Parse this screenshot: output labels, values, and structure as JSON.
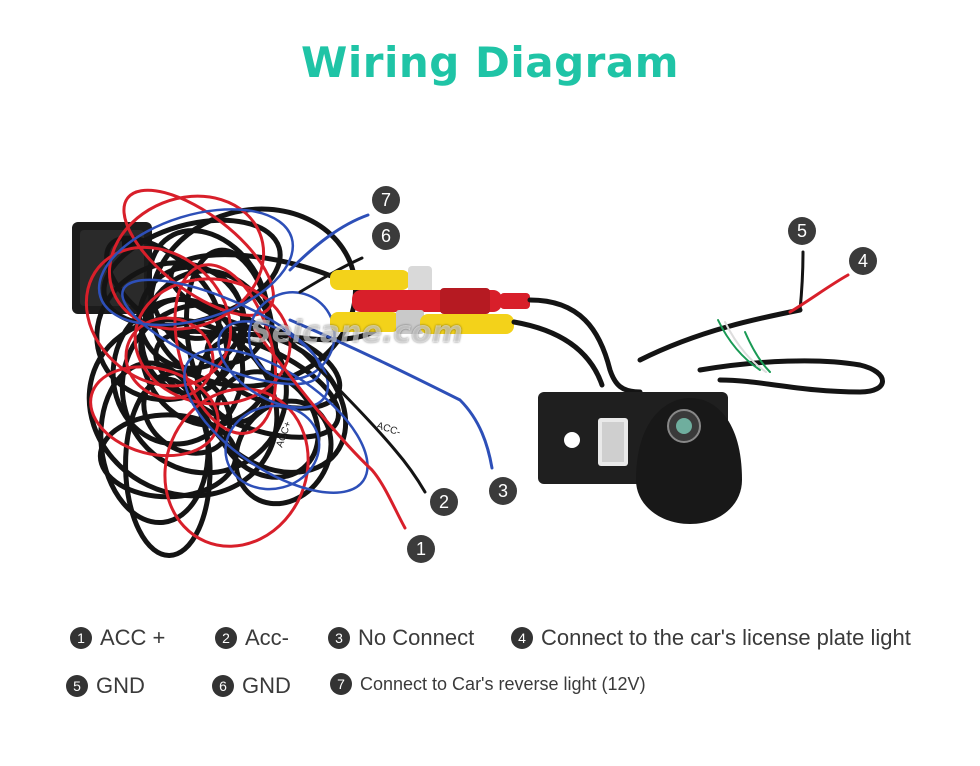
{
  "title": "Wiring Diagram",
  "colors": {
    "title": "#1fc4a6",
    "wire_black": "#141414",
    "wire_red": "#d81f2a",
    "wire_blue": "#2d4fb8",
    "wire_yellow": "#f3d21a",
    "wire_green": "#1a9a55",
    "callout": "#3b3b3b"
  },
  "callouts": [
    "1",
    "2",
    "3",
    "4",
    "5",
    "6",
    "7"
  ],
  "wire_labels": {
    "acc_plus": "ACC+",
    "acc_minus": "ACC-"
  },
  "watermark": "Seicane.com",
  "legend": [
    {
      "num": "1",
      "text": "ACC +"
    },
    {
      "num": "2",
      "text": "Acc-"
    },
    {
      "num": "3",
      "text": "No Connect"
    },
    {
      "num": "4",
      "text": "Connect to the car's license plate light"
    },
    {
      "num": "5",
      "text": "GND"
    },
    {
      "num": "6",
      "text": "GND"
    },
    {
      "num": "7",
      "text": "Connect to Car's reverse light (12V)"
    }
  ]
}
